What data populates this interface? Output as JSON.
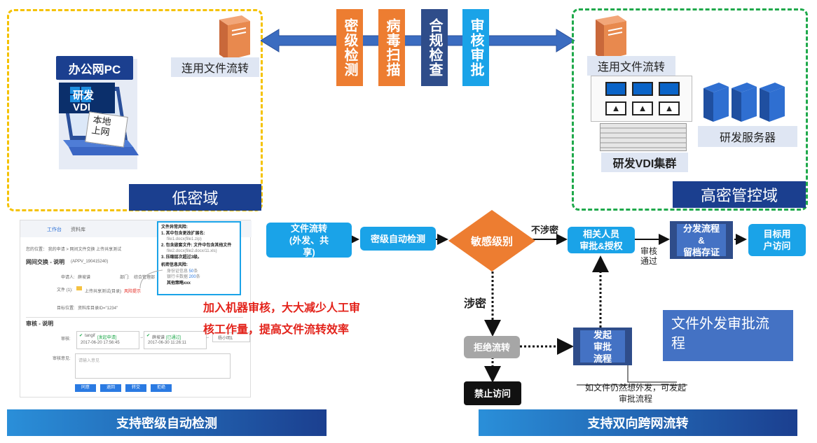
{
  "top": {
    "low_zone_label": "低密域",
    "high_zone_label": "高密管控域",
    "office_pc": "办公网PC",
    "rd_vdi": "研发\nVDI",
    "local_internet": "本地\n上网",
    "file_transfer_left": "连用文件流转",
    "file_transfer_right": "连用文件流转",
    "rd_servers": "研发服务器",
    "vdi_cluster": "研发VDI集群",
    "checks": [
      {
        "label": "密级检测",
        "color": "#ed7d31"
      },
      {
        "label": "病毒扫描",
        "color": "#ed7d31"
      },
      {
        "label": "合规检查",
        "color": "#2f4d8a"
      },
      {
        "label": "审核审批",
        "color": "#1aa3e8"
      }
    ]
  },
  "shot": {
    "tab1": "工作台",
    "tab2": "资料库",
    "breadcrumb": "您的位置： 我的申请 > 网间文件交换 上传共享测试",
    "title": "网间交换 - 说明",
    "title_id": "(APPV_190415240)",
    "applicant_label": "申请人:",
    "applicant": "薛坡谱",
    "dept_label": "部门:",
    "dept": "综合管理部",
    "file_label": "文件 (1):",
    "file_name": "上传共享测试(目录)",
    "risk_tag": "风险提示",
    "target_label": "目标位置:",
    "target": "资料库目录ID=\"1234\"",
    "review_title": "审核 - 说明",
    "approve_label": "审核:",
    "step1_name": "tangif",
    "step1_status": "[发起申请]",
    "step1_time": "2017-06-20 17:56:45",
    "step2_name": "薛坡谱",
    "step2_status": "[已通过]",
    "step2_time": "2017-06-30 11:26:11",
    "step3": "杨小明1",
    "opinion_label": "审核意见:",
    "opinion_placeholder": "请输入意见",
    "buttons": [
      "同意",
      "退回",
      "转交",
      "拒绝"
    ],
    "popup": {
      "title": "文件异常风险:",
      "line1": "1. 其中包含更改扩展名:",
      "line1b": "file1.docx(file1.zip)",
      "line2": "2. 包含嵌套文件: 文件中包含其他文件",
      "line2b": "file2.docx(file2.docx/11.xls)",
      "line3": "3. 压缩层次超过3级。",
      "title2": "机密信息风险:",
      "l4a": "身份证信息 ",
      "l4n": "50",
      "l4u": "条",
      "l5a": "银行卡数据 ",
      "l5n": "200",
      "l5u": "条",
      "l6": "其他策略xxx"
    }
  },
  "note_line1": "加入机器审核，大大减少人工审",
  "note_line2": "核工作量，提高文件流转效率",
  "flow": {
    "n1": "文件流转\n(外发、共\n享)",
    "n2": "密级自动检测",
    "diamond": "敏感级别",
    "not_involved": "不涉密",
    "n3": "相关人员\n审批&授权",
    "audit_pass": "审核\n通过",
    "n4": "分发流程\n&\n留档存证",
    "n5": "目标用\n户访问",
    "involved": "涉密",
    "reject": "拒绝流转",
    "forbid": "禁止访问",
    "initiate": "发起\n审批\n流程",
    "initiate_note": "如文件仍然想外发，可发起\n审批流程",
    "flow_title": "文件外发审批流\n程"
  },
  "banners": {
    "left": "支持密级自动检测",
    "right": "支持双向跨网流转"
  }
}
